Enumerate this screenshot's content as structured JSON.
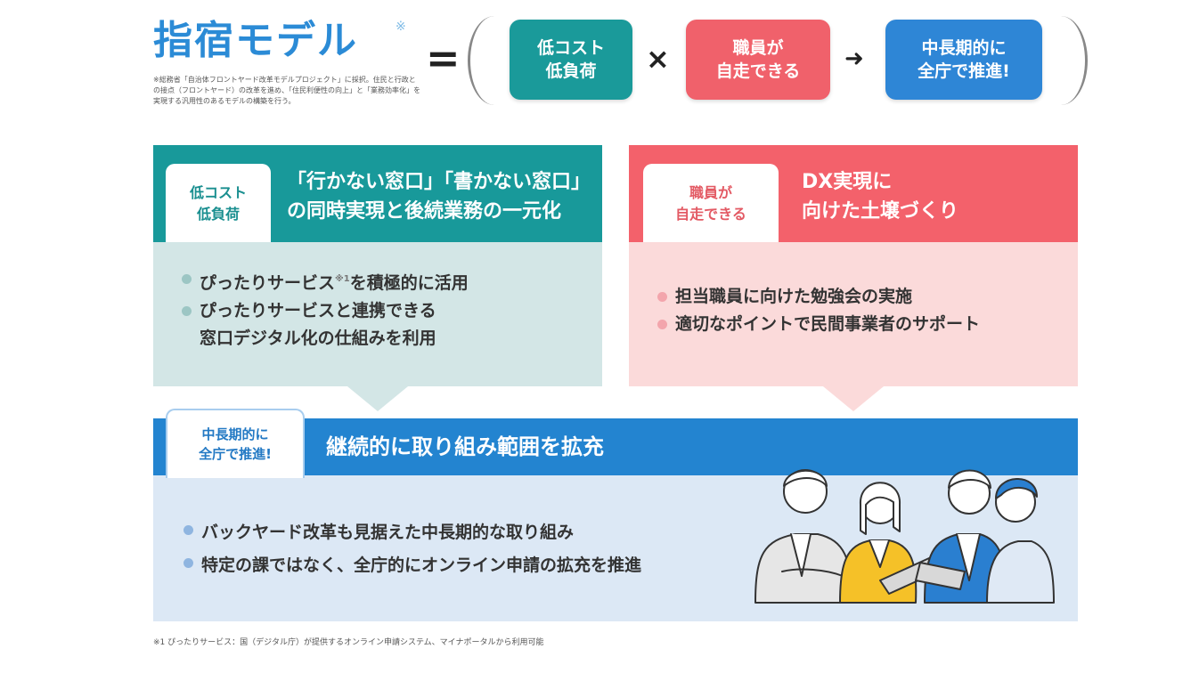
{
  "header": {
    "title": "指宿モデル",
    "title_mark": "※",
    "note": "※総務省「自治体フロントヤード改革モデルプロジェクト」に採択。住民と行政との接点（フロントヤード）の改革を進め、「住民利便性の向上」と「業務効率化」を実現する汎用性のあるモデルの構築を行う。",
    "equals": "=",
    "times": "×",
    "arrow": "➜",
    "formula": [
      {
        "line1": "低コスト",
        "line2": "低負荷",
        "color": "#1a9a9a"
      },
      {
        "line1": "職員が",
        "line2": "自走できる",
        "color": "#f0616b"
      },
      {
        "line1": "中長期的に",
        "line2": "全庁で推進!",
        "color": "#2e86d6"
      }
    ]
  },
  "sections": {
    "low_cost": {
      "tab_line1": "低コスト",
      "tab_line2": "低負荷",
      "heading_line1": "「行かない窓口」「書かない窓口」",
      "heading_line2": "の同時実現と後続業務の一元化",
      "bullets": [
        {
          "text": "ぴったりサービス",
          "sup": "※1",
          "text_after": "を積極的に活用"
        },
        {
          "text": "ぴったりサービスと連携できる",
          "text_line2": "窓口デジタル化の仕組みを利用"
        }
      ],
      "color": "#18999a",
      "body_color": "#d3e6e6"
    },
    "self_driven": {
      "tab_line1": "職員が",
      "tab_line2": "自走できる",
      "heading_line1": "DX実現に",
      "heading_line2": "向けた土壌づくり",
      "bullets": [
        {
          "text": "担当職員に向けた勉強会の実施"
        },
        {
          "text": "適切なポイントで民間事業者のサポート"
        }
      ],
      "color": "#f3616b",
      "body_color": "#fbdada"
    },
    "long_term": {
      "tab_line1": "中長期的に",
      "tab_line2": "全庁で推進!",
      "heading": "継続的に取り組み範囲を拡充",
      "bullets": [
        {
          "text": "バックヤード改革も見据えた中長期的な取り組み"
        },
        {
          "text": "特定の課ではなく、全庁的にオンライン申請の拡充を推進"
        }
      ],
      "color": "#2384d0",
      "body_color": "#dce8f5",
      "illustration": "team-discussion-illustration"
    }
  },
  "footnote": "※1 ぴったりサービス：国（デジタル庁）が提供するオンライン申請システム、マイナポータルから利用可能"
}
